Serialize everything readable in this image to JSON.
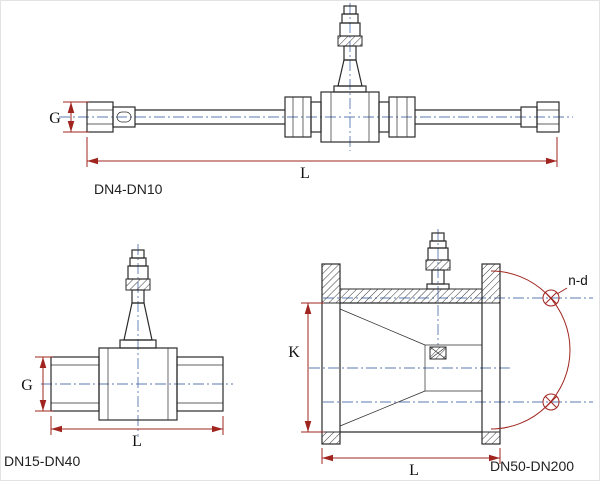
{
  "colors": {
    "drawing_line": "#2b2b2b",
    "dimension_line": "#a0251f",
    "centerline": "#5b79b0",
    "background": "#ffffff"
  },
  "views": {
    "dn4_dn10": {
      "caption": "DN4-DN10",
      "dim_g": "G",
      "dim_l": "L"
    },
    "dn15_dn40": {
      "caption": "DN15-DN40",
      "dim_g": "G",
      "dim_l": "L"
    },
    "dn50_dn200": {
      "caption": "DN50-DN200",
      "dim_k": "K",
      "dim_l": "L",
      "bolt_note": "n-d"
    }
  }
}
